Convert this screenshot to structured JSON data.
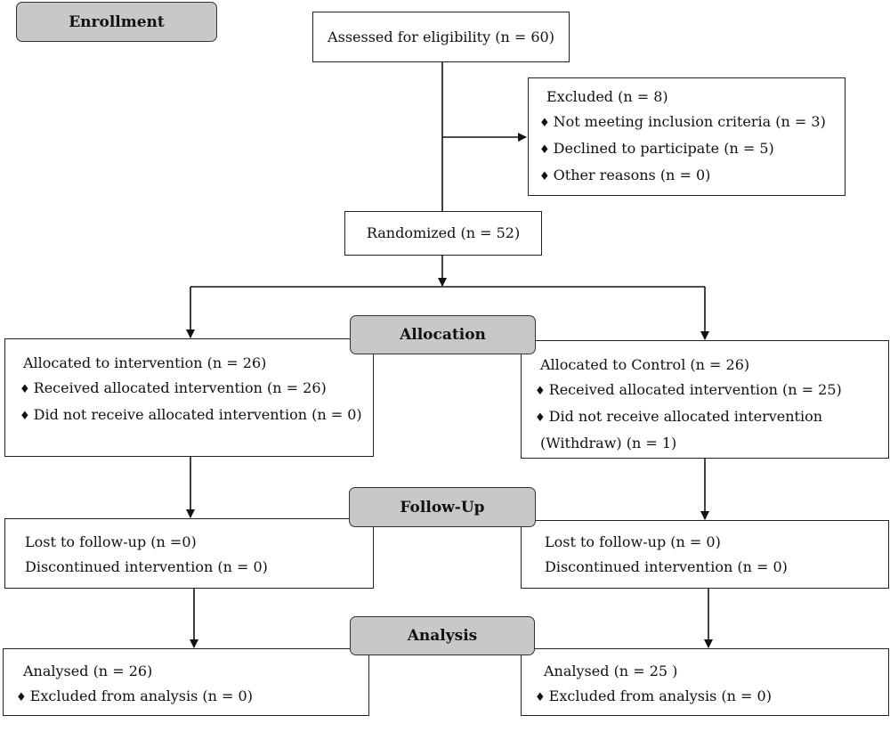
{
  "stages": {
    "enrollment": "Enrollment",
    "allocation": "Allocation",
    "follow_up": "Follow-Up",
    "analysis": "Analysis"
  },
  "bullet_glyph": "♦",
  "assessed": "Assessed for eligibility (n = 60)",
  "excluded": {
    "title": "Excluded (n = 8)",
    "items": [
      "Not meeting inclusion criteria (n = 3)",
      "Declined to participate (n = 5)",
      "Other reasons (n = 0)"
    ]
  },
  "randomized": "Randomized (n = 52)",
  "intervention": {
    "allocation": {
      "title": "Allocated to intervention (n = 26)",
      "items": [
        "Received allocated intervention (n = 26)",
        "Did not receive allocated intervention (n = 0)"
      ]
    },
    "follow_up": {
      "lost": "Lost to follow-up (n  =0)",
      "discontinued": "Discontinued intervention (n = 0)"
    },
    "analysis": {
      "analysed": "Analysed (n = 26)",
      "excluded": "Excluded from analysis (n = 0)"
    }
  },
  "control": {
    "allocation": {
      "title": "Allocated to Control (n = 26)",
      "items": [
        "Received allocated intervention (n = 25)",
        "Did not receive allocated intervention",
        "(Withdraw) (n = 1)"
      ]
    },
    "follow_up": {
      "lost": "Lost to follow-up (n = 0)",
      "discontinued": "Discontinued intervention (n = 0)"
    },
    "analysis": {
      "analysed": "Analysed (n = 25 )",
      "excluded": "Excluded from analysis (n = 0)"
    }
  }
}
